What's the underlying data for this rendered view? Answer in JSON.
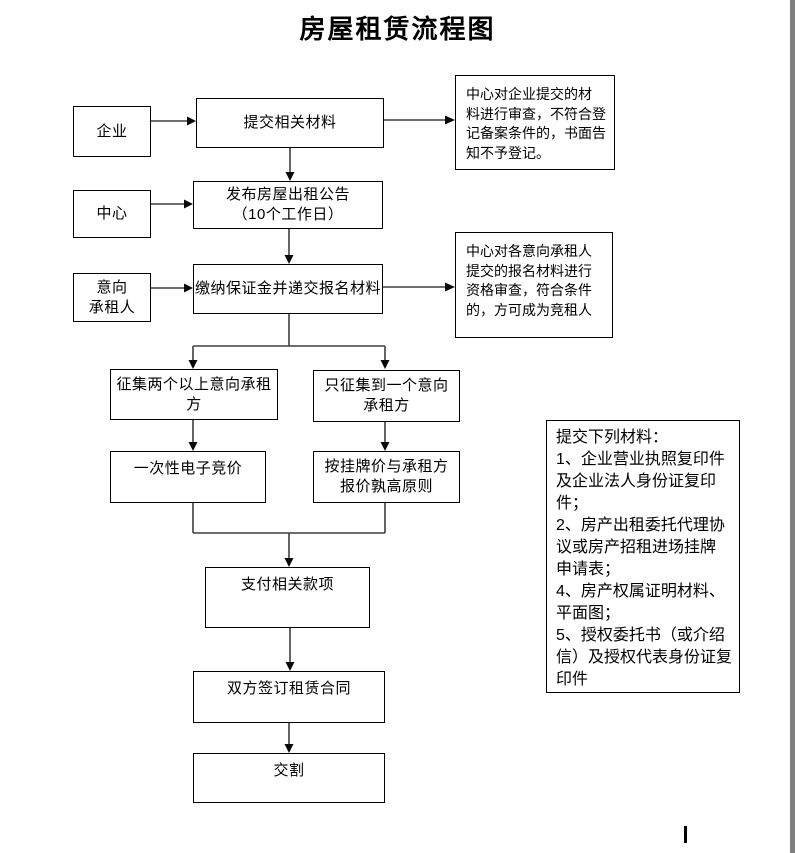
{
  "page": {
    "title": "房屋租赁流程图"
  },
  "flow": {
    "actors": [
      {
        "label": "企业"
      },
      {
        "label": "中心"
      },
      {
        "label": "意向\n承租人"
      }
    ],
    "steps": [
      {
        "label": "提交相关材料"
      },
      {
        "label": "发布房屋出租公告\n（10个工作日）"
      },
      {
        "label": "缴纳保证金并递交报名材料"
      }
    ],
    "branches": {
      "left": [
        {
          "label": "征集两个以上意向承租\n方"
        },
        {
          "label": "一次性电子竞价"
        }
      ],
      "right": [
        {
          "label": "只征集到一个意向\n承租方"
        },
        {
          "label": "按挂牌价与承租方\n报价孰高原则"
        }
      ]
    },
    "finals": [
      {
        "label": "支付相关款项"
      },
      {
        "label": "双方签订租赁合同"
      },
      {
        "label": "交割"
      }
    ]
  },
  "notes": {
    "review": {
      "text": "中心对企业提交的材\n料进行审查，不符合登\n记备案条件的，书面告\n知不予登记。"
    },
    "qualification": {
      "text": "中心对各意向承租人\n提交的报名材料进行\n资格审查，符合条件\n的，方可成为竞租人"
    },
    "materials": {
      "text": "提交下列材料：\n1、企业营业执照复印件\n及企业法人身份证复印\n件；\n2、房产出租委托代理协\n议或房产招租进场挂牌\n申请表；\n4、房产权属证明材料、\n平面图；\n5、授权委托书（或介绍\n信）及授权代表身份证复\n印件"
    }
  },
  "colors": {
    "line": "#3f3f3f",
    "border": "#000000",
    "window_edge": "#7f7f7f",
    "background": "#ffffff"
  }
}
